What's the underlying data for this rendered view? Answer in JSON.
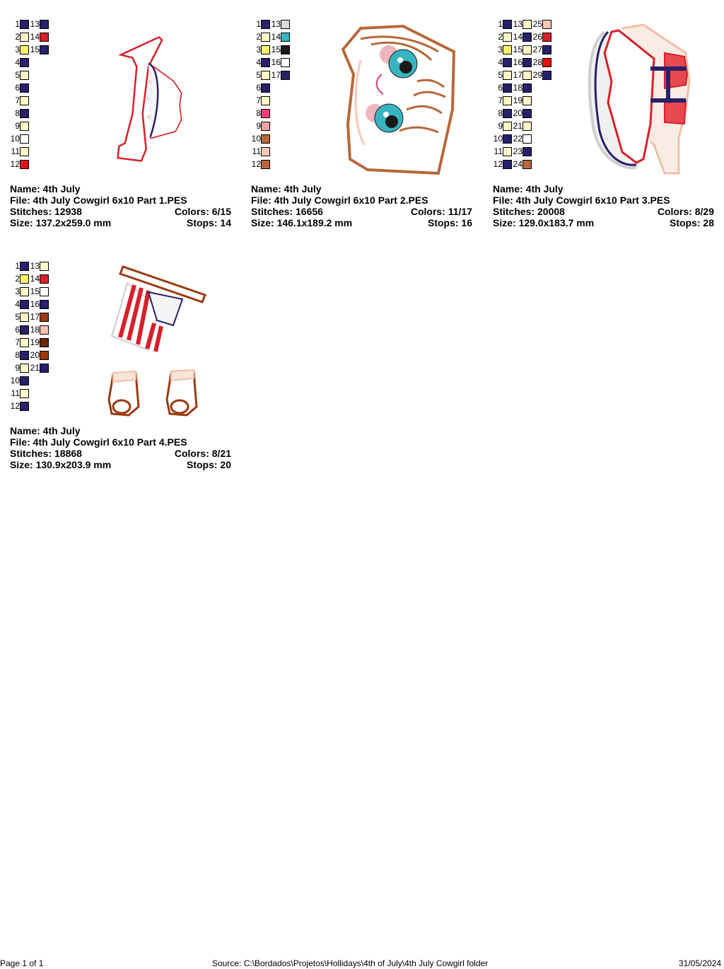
{
  "designs": [
    {
      "name_label": "Name: 4th July",
      "file_label": "File: 4th July Cowgirl 6x10 Part 1.PES",
      "stitches_label": "Stitches: 12938",
      "colors_label": "Colors: 6/15",
      "size_label": "Size: 137.2x259.0 mm",
      "stops_label": "Stops: 14",
      "image": "cowgirl-hat-brim",
      "swatches": [
        {
          "n": "1",
          "color": "#27206b"
        },
        {
          "n": "2",
          "color": "#fff8c8"
        },
        {
          "n": "3",
          "color": "#fff26a"
        },
        {
          "n": "4",
          "color": "#27206b"
        },
        {
          "n": "5",
          "color": "#fff8c8"
        },
        {
          "n": "6",
          "color": "#27206b"
        },
        {
          "n": "7",
          "color": "#fff8c8"
        },
        {
          "n": "8",
          "color": "#27206b"
        },
        {
          "n": "9",
          "color": "#fff8c8"
        },
        {
          "n": "10",
          "color": "#ffffff"
        },
        {
          "n": "11",
          "color": "#fff8c8"
        },
        {
          "n": "12",
          "color": "#e0101a"
        },
        {
          "n": "13",
          "color": "#27206b"
        },
        {
          "n": "14",
          "color": "#d8202a"
        },
        {
          "n": "15",
          "color": "#27206b"
        }
      ]
    },
    {
      "name_label": "Name: 4th July",
      "file_label": "File: 4th July Cowgirl 6x10 Part 2.PES",
      "stitches_label": "Stitches: 16656",
      "colors_label": "Colors: 11/17",
      "size_label": "Size: 146.1x189.2 mm",
      "stops_label": "Stops: 16",
      "image": "cowgirl-face",
      "swatches": [
        {
          "n": "1",
          "color": "#27206b"
        },
        {
          "n": "2",
          "color": "#fff8c8"
        },
        {
          "n": "3",
          "color": "#fff26a"
        },
        {
          "n": "4",
          "color": "#27206b"
        },
        {
          "n": "5",
          "color": "#fff8c8"
        },
        {
          "n": "6",
          "color": "#27206b"
        },
        {
          "n": "7",
          "color": "#fff8c8"
        },
        {
          "n": "8",
          "color": "#f03c78"
        },
        {
          "n": "9",
          "color": "#f0a0a8"
        },
        {
          "n": "10",
          "color": "#b8683a"
        },
        {
          "n": "11",
          "color": "#f8c8b8"
        },
        {
          "n": "12",
          "color": "#b8683a"
        },
        {
          "n": "13",
          "color": "#dcdcdc"
        },
        {
          "n": "14",
          "color": "#38b4c0"
        },
        {
          "n": "15",
          "color": "#1a1a1a"
        },
        {
          "n": "16",
          "color": "#ffffff"
        },
        {
          "n": "17",
          "color": "#27206b"
        }
      ]
    },
    {
      "name_label": "Name: 4th July",
      "file_label": "File: 4th July Cowgirl 6x10 Part 3.PES",
      "stitches_label": "Stitches: 20008",
      "colors_label": "Colors: 8/29",
      "size_label": "Size: 129.0x183.7 mm",
      "stops_label": "Stops: 28",
      "image": "cowgirl-dress",
      "swatches": [
        {
          "n": "1",
          "color": "#27206b"
        },
        {
          "n": "2",
          "color": "#fff8c8"
        },
        {
          "n": "3",
          "color": "#fff26a"
        },
        {
          "n": "4",
          "color": "#27206b"
        },
        {
          "n": "5",
          "color": "#fff8c8"
        },
        {
          "n": "6",
          "color": "#27206b"
        },
        {
          "n": "7",
          "color": "#fff8c8"
        },
        {
          "n": "8",
          "color": "#27206b"
        },
        {
          "n": "9",
          "color": "#fff8c8"
        },
        {
          "n": "10",
          "color": "#27206b"
        },
        {
          "n": "11",
          "color": "#fff8c8"
        },
        {
          "n": "12",
          "color": "#27206b"
        },
        {
          "n": "13",
          "color": "#fff8c8"
        },
        {
          "n": "14",
          "color": "#27206b"
        },
        {
          "n": "15",
          "color": "#fff8c8"
        },
        {
          "n": "16",
          "color": "#27206b"
        },
        {
          "n": "17",
          "color": "#fff8c8"
        },
        {
          "n": "18",
          "color": "#27206b"
        },
        {
          "n": "19",
          "color": "#fff8c8"
        },
        {
          "n": "20",
          "color": "#27206b"
        },
        {
          "n": "21",
          "color": "#fff8c8"
        },
        {
          "n": "22",
          "color": "#ffffff"
        },
        {
          "n": "23",
          "color": "#27206b"
        },
        {
          "n": "24",
          "color": "#b8683a"
        },
        {
          "n": "25",
          "color": "#f8c8b8"
        },
        {
          "n": "26",
          "color": "#d8202a"
        },
        {
          "n": "27",
          "color": "#27206b"
        },
        {
          "n": "28",
          "color": "#f00a0a"
        },
        {
          "n": "29",
          "color": "#27206b"
        }
      ]
    },
    {
      "name_label": "Name: 4th July",
      "file_label": "File: 4th July Cowgirl 6x10 Part 4.PES",
      "stitches_label": "Stitches: 18868",
      "colors_label": "Colors: 8/21",
      "size_label": "Size: 130.9x203.9 mm",
      "stops_label": "Stops: 20",
      "image": "flag-and-boots",
      "swatches": [
        {
          "n": "1",
          "color": "#27206b"
        },
        {
          "n": "2",
          "color": "#fff26a"
        },
        {
          "n": "3",
          "color": "#fff8c8"
        },
        {
          "n": "4",
          "color": "#27206b"
        },
        {
          "n": "5",
          "color": "#fff8c8"
        },
        {
          "n": "6",
          "color": "#27206b"
        },
        {
          "n": "7",
          "color": "#fff8c8"
        },
        {
          "n": "8",
          "color": "#27206b"
        },
        {
          "n": "9",
          "color": "#fff8c8"
        },
        {
          "n": "10",
          "color": "#27206b"
        },
        {
          "n": "11",
          "color": "#fff8c8"
        },
        {
          "n": "12",
          "color": "#27206b"
        },
        {
          "n": "13",
          "color": "#fff8c8"
        },
        {
          "n": "14",
          "color": "#d8202a"
        },
        {
          "n": "15",
          "color": "#ffffff"
        },
        {
          "n": "16",
          "color": "#27206b"
        },
        {
          "n": "17",
          "color": "#9a3a10"
        },
        {
          "n": "18",
          "color": "#f8c0b0"
        },
        {
          "n": "19",
          "color": "#6a2808"
        },
        {
          "n": "20",
          "color": "#9a3a08"
        },
        {
          "n": "21",
          "color": "#27206b"
        }
      ]
    }
  ],
  "footer": {
    "page": "Page 1 of 1",
    "source": "Source: C:\\Bordados\\Projetos\\Hollidays\\4th of July\\4th July Cowgirl folder",
    "date": "31/05/2024"
  }
}
